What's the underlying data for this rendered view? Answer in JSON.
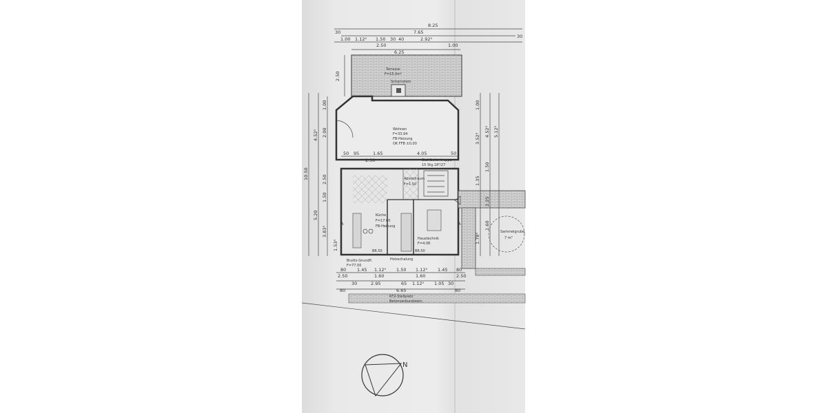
{
  "plan": {
    "top_dimensions": [
      "8.25",
      "7.65",
      "30",
      "1.00",
      "1.12⁵",
      "1.50",
      "30",
      "40",
      "2.92⁵",
      "1.00",
      "30",
      "2.50",
      "6.25"
    ],
    "terrace": {
      "name": "Terrasse",
      "area": "F=15.0m²",
      "depth": "2.50"
    },
    "chimney": "Schornstein",
    "living": {
      "name": "Wohnen",
      "area": "F=33.94",
      "heating": "FB-Heizung",
      "floor": "OK FFB ±0,00"
    },
    "living_dimensions": [
      "50",
      "95",
      "1.65",
      "4.05",
      "50",
      "2.50"
    ],
    "stair": "Stahlbetontreppe",
    "stair_steps": "15 Stg.18⁶/27",
    "storage": {
      "name": "Abstellraum",
      "area": "F=1.50"
    },
    "kitchen": {
      "name": "Küche",
      "area": "F=17.00",
      "heating": "FB-Heizung"
    },
    "utility": {
      "name": "Haustechnik",
      "area": "F=4.08"
    },
    "sill_labels": [
      "BR.50",
      "BR.50"
    ],
    "cladding": "Holzschalung",
    "gross_area": {
      "name": "Brutto Grundfl.",
      "area": "F=77.00"
    },
    "bottom_dimensions_row1": [
      "80",
      "1.45",
      "1.12⁵",
      "1.50",
      "1.12⁵",
      "1.45",
      "80"
    ],
    "bottom_dimensions_row2": [
      "2.50",
      "1.60",
      "1.60",
      "2.50"
    ],
    "bottom_dimensions_row3": [
      "30",
      "2.95",
      "65",
      "1.12⁵",
      "1.05",
      "30"
    ],
    "bottom_dimensions_row4": [
      "80",
      "6.65",
      "80"
    ],
    "parking": {
      "name": "KFZ-Stellplatz",
      "surface": "Betonverbundstein"
    },
    "left_dimensions": [
      "10.50",
      "4.52⁵",
      "5.20",
      "3.83⁵",
      "1.00",
      "2.00",
      "2.50",
      "1.50",
      "1.53⁵"
    ],
    "right_dimensions": [
      "1.00",
      "3.52⁵",
      "4.52⁵",
      "5.12⁵",
      "1.50",
      "1.35",
      "2.25",
      "1.60",
      "1.78⁵"
    ],
    "cesspit": {
      "name": "Sammelgrube",
      "volume": "7 m³"
    },
    "section_marker": "A",
    "north_label": "N"
  }
}
